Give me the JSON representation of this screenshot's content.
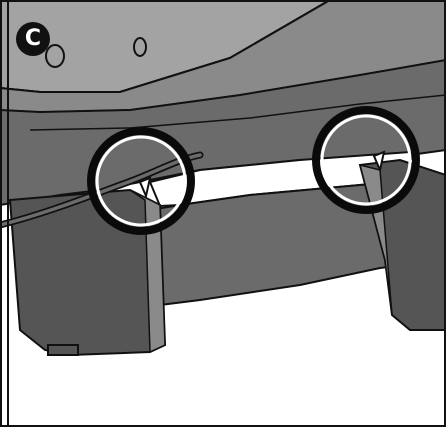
{
  "step": {
    "label": "C"
  },
  "palette": {
    "body_dark": "#555555",
    "body_mid": "#6b6b6b",
    "body_light": "#8a8a8a",
    "top_light": "#a3a3a3",
    "outline": "#111111",
    "highlight_ring": "#0a0a0a",
    "ring_inner": "#ffffff",
    "background": "#ffffff"
  },
  "callouts": [
    {
      "name": "left-hook-callout"
    },
    {
      "name": "right-hook-callout"
    }
  ]
}
